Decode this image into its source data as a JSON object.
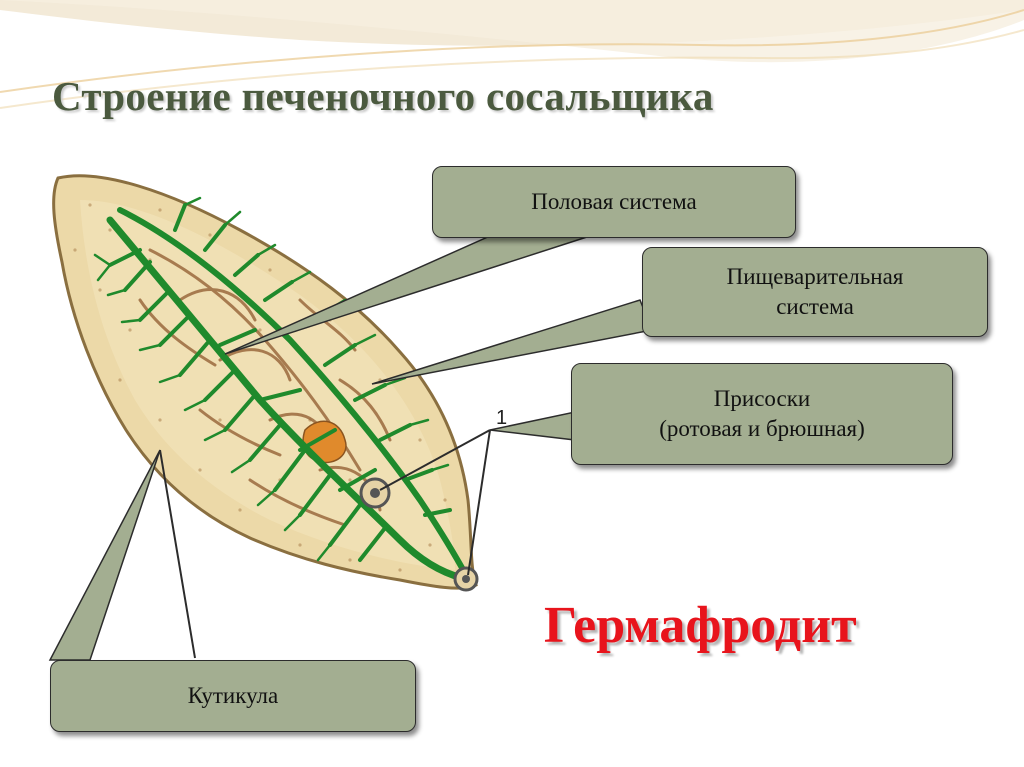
{
  "title": "Строение печеночного сосальщика",
  "labels": {
    "reproductive": "Половая система",
    "digestive": "Пищеварительная\nсистема",
    "suckers": "Присоски\n(ротовая и брюшная)",
    "cuticle": "Кутикула"
  },
  "figure_number": "1",
  "hermaphrodite": "Гермафродит",
  "colors": {
    "title": "#4b5a3f",
    "callout_fill": "#a3ae91",
    "accent_red": "#e8141c",
    "gut_green": "#1f8a2c",
    "body_tan": "#ead7a6"
  }
}
